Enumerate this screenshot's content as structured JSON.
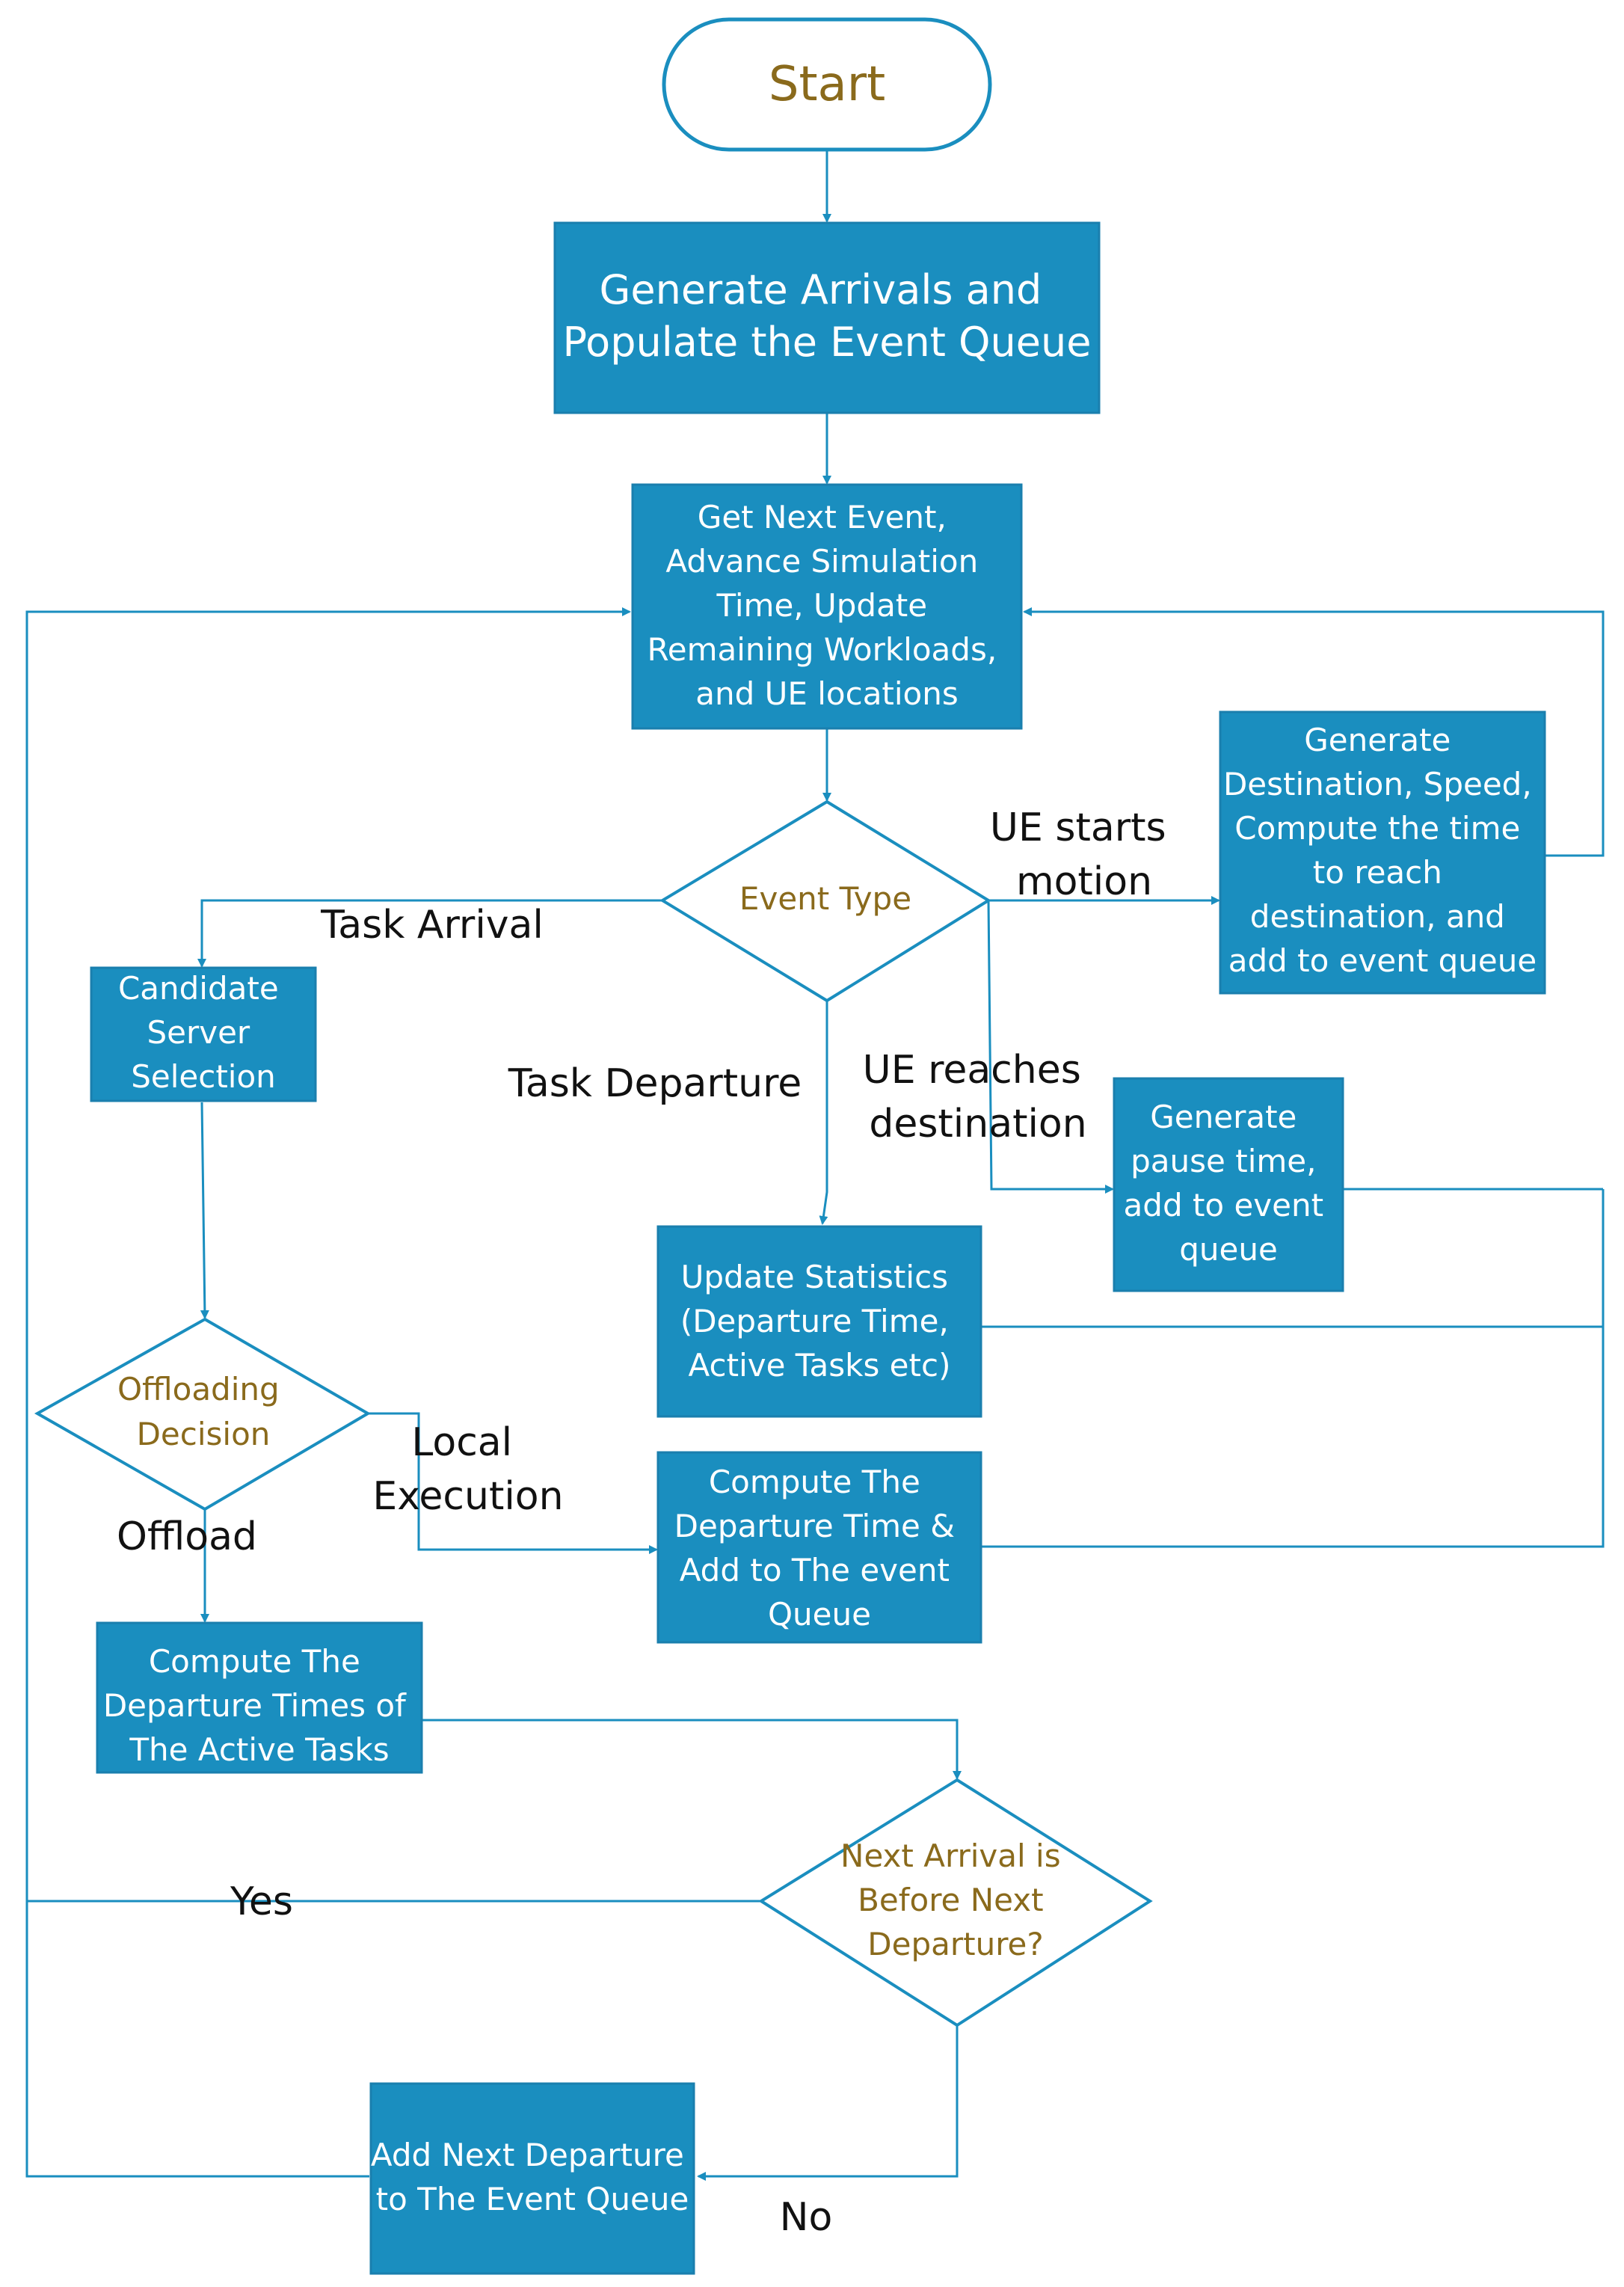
{
  "colors": {
    "box_fill": "#1a8ebf",
    "connector": "#1a8ebf",
    "diamond_text": "#8a6a1c",
    "label_text": "#111111"
  },
  "nodes": {
    "start": [
      "Start"
    ],
    "generate_arrivals": [
      "Generate Arrivals and",
      "Populate the Event Queue"
    ],
    "get_next_event": [
      "Get Next Event,",
      "Advance Simulation",
      "Time, Update",
      "Remaining Workloads,",
      "and UE locations"
    ],
    "event_type": [
      "Event Type"
    ],
    "generate_destination": [
      "Generate",
      "Destination, Speed,",
      "Compute the time",
      "to reach",
      "destination, and",
      "add to event queue"
    ],
    "candidate_server": [
      "Candidate",
      "Server",
      "Selection"
    ],
    "generate_pause": [
      "Generate",
      "pause time,",
      "add to event",
      "queue"
    ],
    "update_statistics": [
      "Update Statistics",
      "(Departure Time,",
      "Active Tasks etc)"
    ],
    "offloading_decision": [
      "Offloading",
      "Decision"
    ],
    "compute_departure_local": [
      "Compute The",
      "Departure Time &",
      "Add to The event",
      "Queue"
    ],
    "compute_departure_active": [
      "Compute The",
      "Departure Times of",
      "The Active Tasks"
    ],
    "next_arrival_check": [
      "Next Arrival is",
      "Before Next",
      "Departure?"
    ],
    "add_next_departure": [
      "Add Next Departure",
      "to The Event Queue"
    ]
  },
  "edge_labels": {
    "ue_starts_motion": [
      "UE starts",
      "motion"
    ],
    "task_arrival": [
      "Task Arrival"
    ],
    "task_departure": [
      "Task Departure"
    ],
    "ue_reaches_destination": [
      "UE reaches",
      "destination"
    ],
    "local_execution": [
      "Local",
      "Execution"
    ],
    "offload": [
      "Offload"
    ],
    "yes": [
      "Yes"
    ],
    "no": [
      "No"
    ]
  }
}
